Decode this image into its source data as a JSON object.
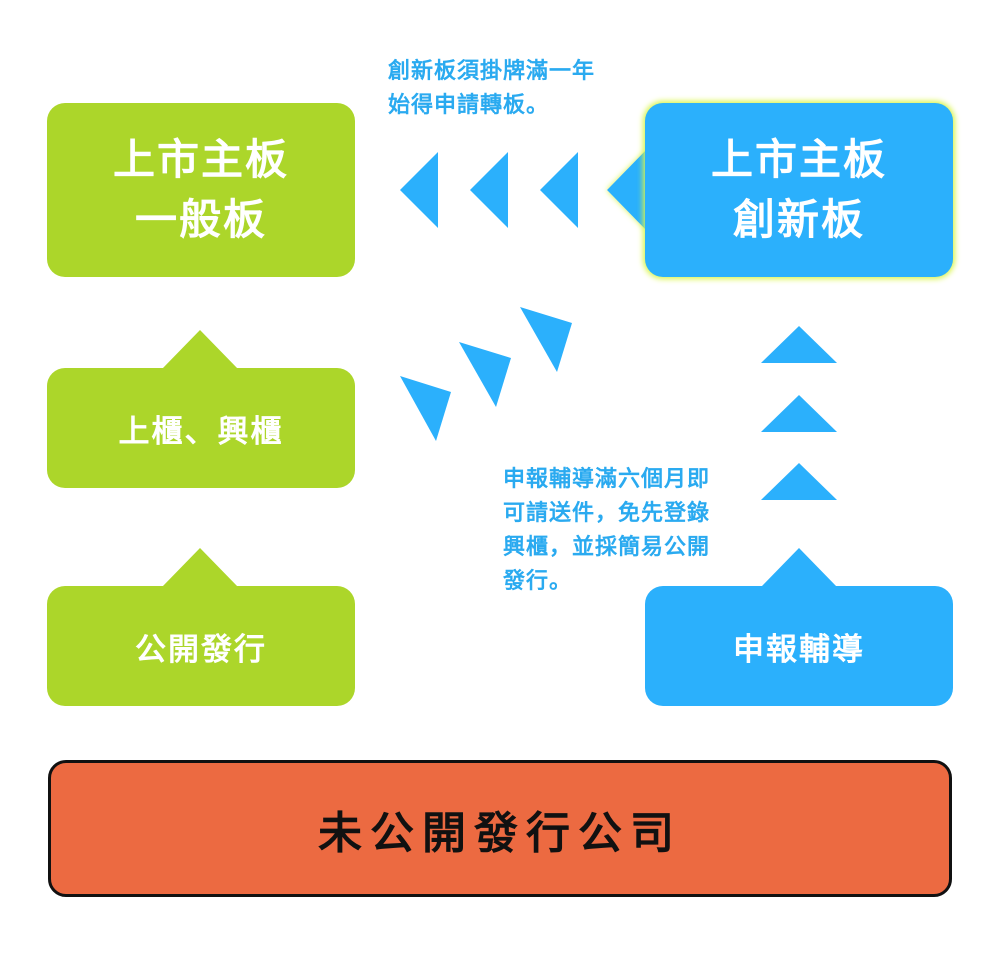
{
  "boxes": {
    "main_board_general": {
      "line1": "上市主板",
      "line2": "一般板"
    },
    "main_board_innovation": {
      "line1": "上市主板",
      "line2": "創新板"
    },
    "otc_emerging": {
      "label": "上櫃、興櫃"
    },
    "public_offering": {
      "label": "公開發行"
    },
    "underwriting_guidance": {
      "label": "申報輔導"
    },
    "private_company": {
      "label": "未公開發行公司"
    }
  },
  "notes": {
    "innovation_transfer": "創新板須掛牌滿一年\n始得申請轉板。",
    "guidance_note": "申報輔導滿六個月即\n可請送件，免先登錄\n興櫃，並採簡易公開\n發行。"
  },
  "colors": {
    "green": "#acd62a",
    "blue": "#2bb0fc",
    "orange": "#ec6a41",
    "glow": "#d8f54a"
  }
}
